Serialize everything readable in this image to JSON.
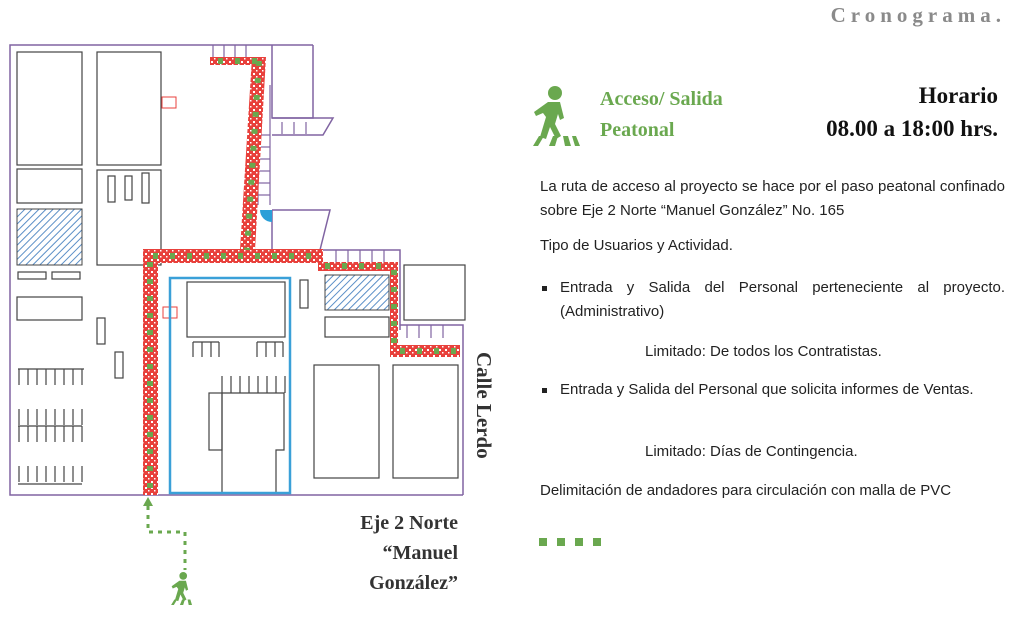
{
  "header": {
    "title": "Cronograma."
  },
  "access": {
    "line1": "Acceso/ Salida",
    "line2": "Peatonal",
    "icon": "pedestrian-icon"
  },
  "schedule": {
    "label": "Horario",
    "hours": "08.00 a 18:00 hrs."
  },
  "body": {
    "intro": "La ruta de acceso al proyecto se hace por el paso peatonal confinado sobre Eje 2 Norte “Manuel González” No. 165",
    "users_heading": "Tipo de Usuarios y Actividad.",
    "bullets": [
      {
        "text": "Entrada y Salida del Personal perteneciente al proyecto. (Administrativo)",
        "note": "Limitado: De todos los Contratistas."
      },
      {
        "text": "Entrada y Salida del Personal  que solicita informes de Ventas.",
        "note": "Limitado: Días de Contingencia."
      }
    ],
    "mesh_note": "Delimitación de andadores para circulación con malla de PVC"
  },
  "map": {
    "street_right": "Calle Lerdo",
    "street_bottom": [
      "Eje 2 Norte",
      "“Manuel",
      "González”"
    ]
  },
  "colors": {
    "green": "#6aa84f",
    "walkway_red": "#e8413c",
    "boundary": "#8064a2",
    "blue": "#3aa0d8"
  }
}
